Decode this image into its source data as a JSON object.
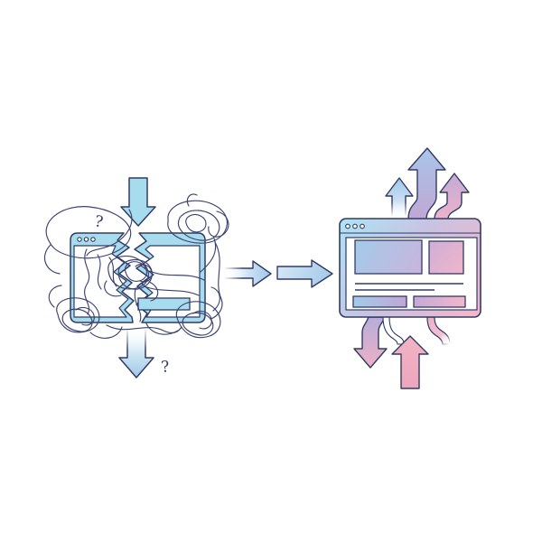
{
  "illustration": {
    "description": "Broken messy browser window transformed into a clean organized browser window",
    "question_mark_top": "?",
    "question_mark_bottom": "?",
    "left_window": {
      "control_dots_count": 3
    },
    "right_window": {
      "control_dots_count": 3
    },
    "colors": {
      "outline": "#323b64",
      "scribble": "#3c4370",
      "window_blue": "#a7dcee",
      "arrow_blue_light": "#cfe4f5",
      "arrow_blue": "#9fc7e9",
      "frame_blue": "#aee2f4",
      "frame_pink": "#f4b6cb",
      "hero_blue": "#a3cbe9",
      "hero_purple": "#c9b4dc",
      "side_purple": "#cfaed8",
      "side_pink": "#f0b6ca",
      "tall_blue": "#a9c5e9",
      "tall_purple": "#c0a7d4",
      "up_purple": "#c3aad6",
      "up_pink": "#edb3ca",
      "down_purple": "#b7aed9",
      "down_pink": "#eeb0c5",
      "pink_arrow_top": "#f3b3c5",
      "pink_arrow_bottom": "#eda6bc",
      "white": "#ffffff"
    }
  }
}
